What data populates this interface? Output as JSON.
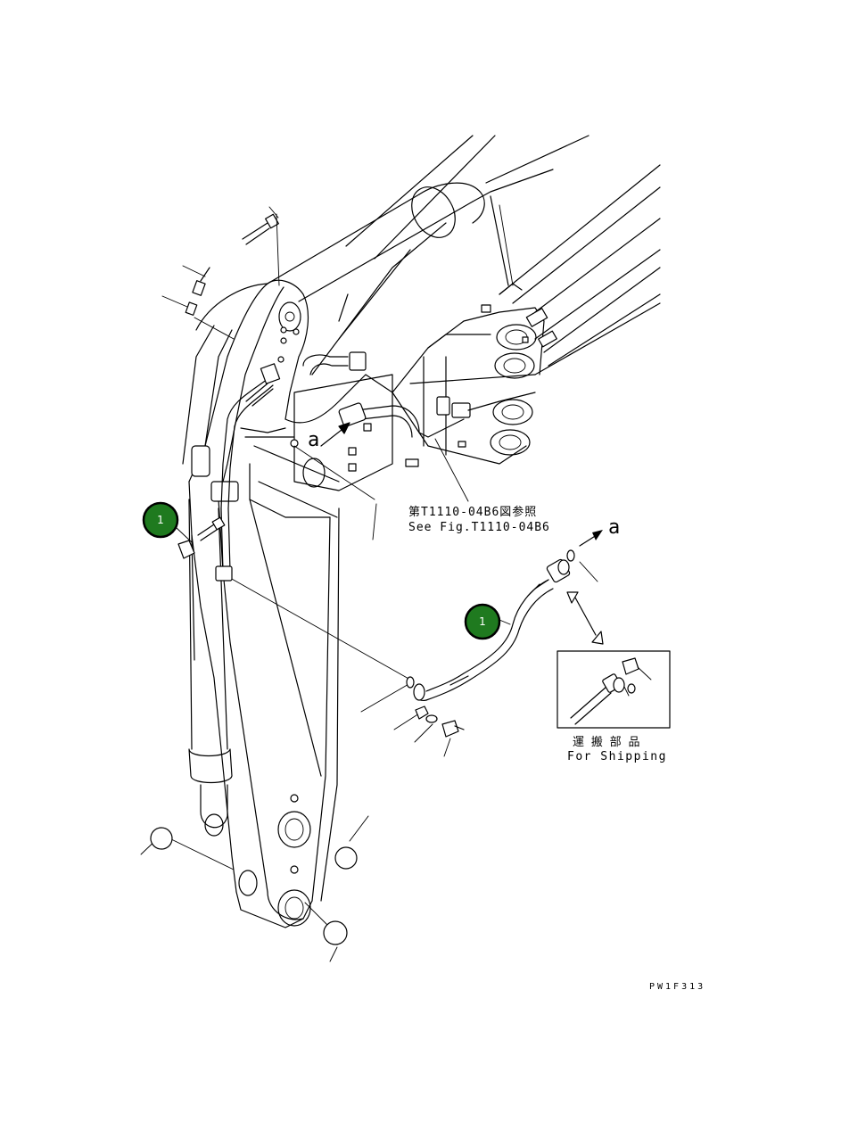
{
  "callouts": [
    {
      "label": "1"
    },
    {
      "label": "1"
    }
  ],
  "reference_text_jp": "第T1110-04B6図参照",
  "reference_text_en": "See Fig.T1110-04B6",
  "view_marker": "a",
  "view_marker_target": "a",
  "shipping_jp": "運 搬 部 品",
  "shipping_en": "For Shipping",
  "drawing_code": "PW1F313",
  "colors": {
    "callout_fill": "#1f7a1f",
    "line": "#000000",
    "background": "#ffffff"
  }
}
